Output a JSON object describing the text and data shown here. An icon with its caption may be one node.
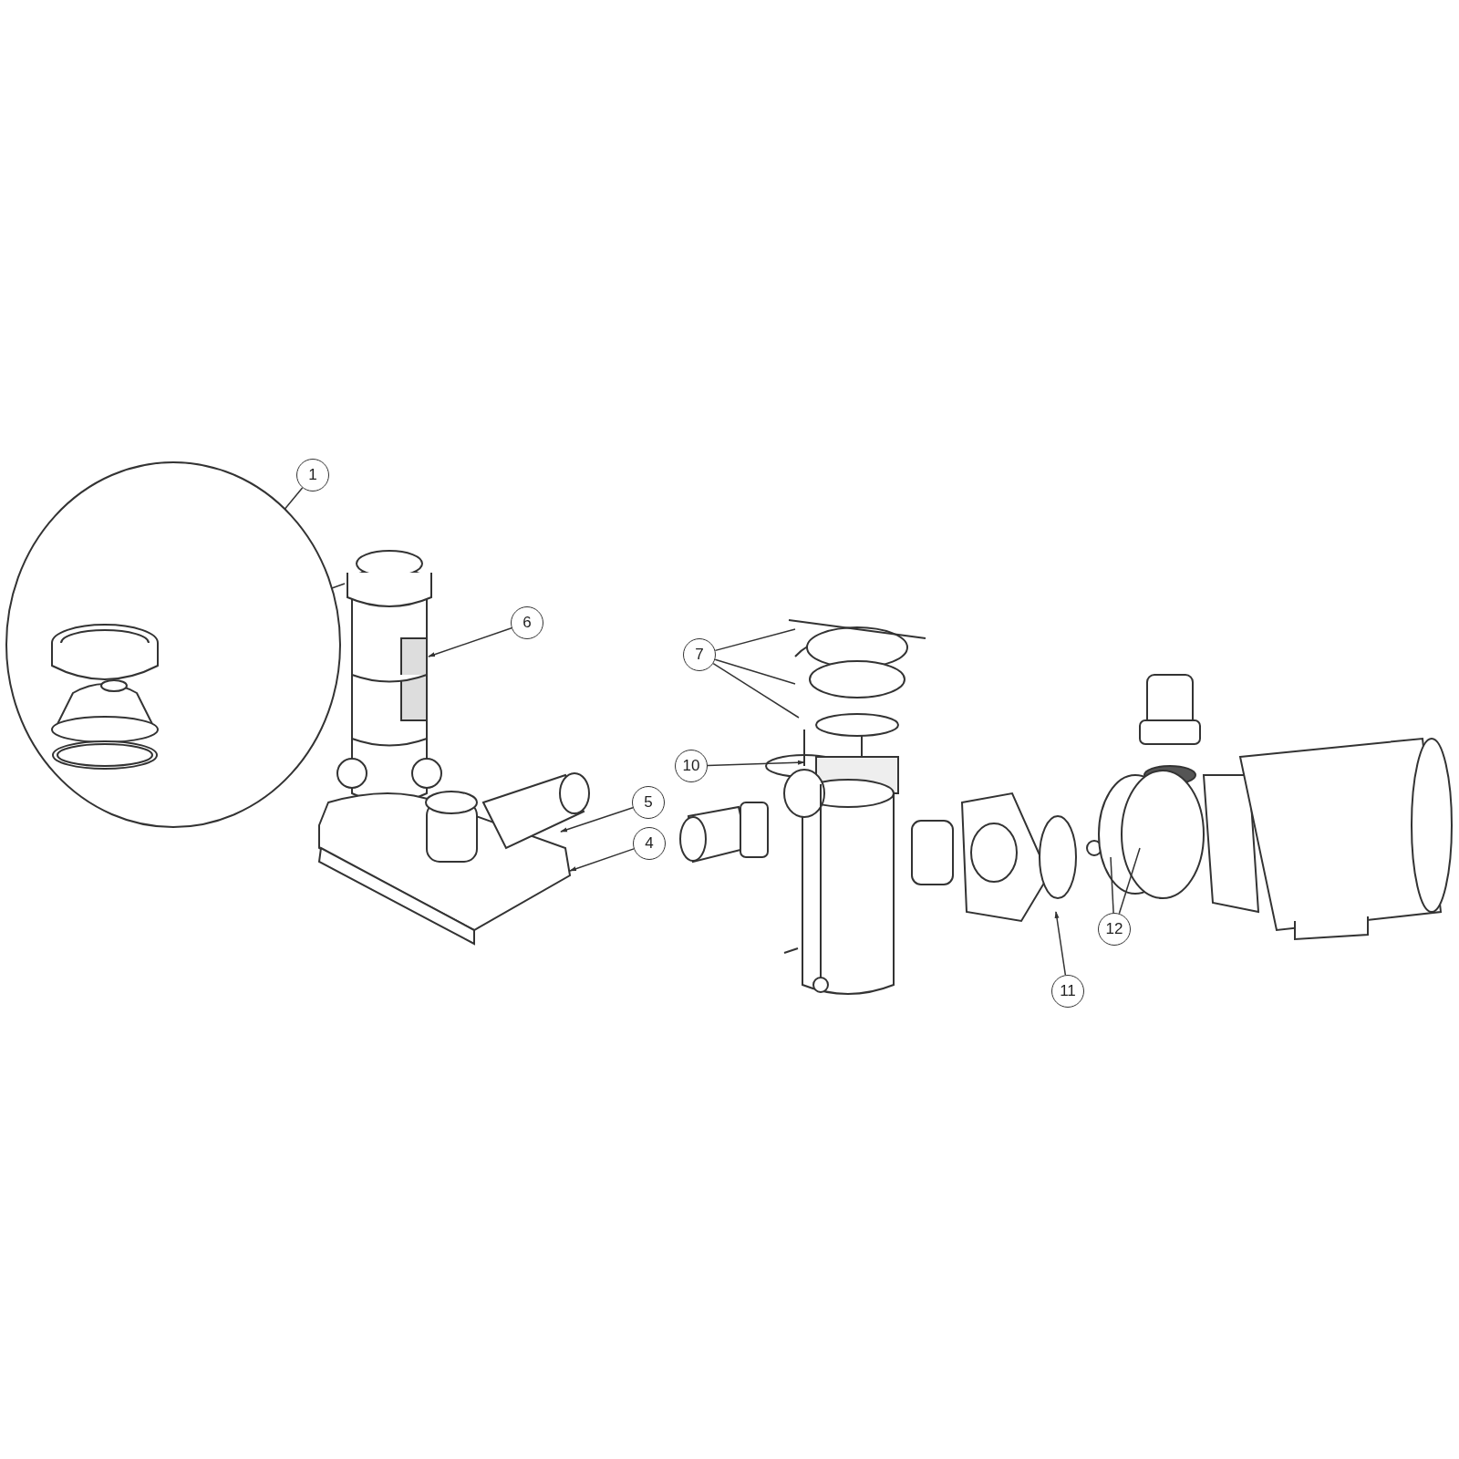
{
  "diagram": {
    "nodes": [
      {
        "text": [
          "1"
        ]
      },
      {
        "text": [],
        "shape": "circle"
      },
      {
        "text": [
          "6"
        ]
      },
      {
        "text": [
          "7"
        ]
      },
      {
        "text": [
          "10"
        ]
      },
      {
        "text": [
          "5"
        ]
      },
      {
        "text": [
          "4"
        ]
      },
      {
        "text": [
          "12"
        ]
      },
      {
        "text": [
          "11"
        ]
      }
    ],
    "edges": [
      {
        "from": 0,
        "to": 1,
        "arrow": "none"
      },
      {
        "from": 1,
        "to": null,
        "arrow": "none"
      },
      {
        "from": 2,
        "to": null,
        "arrow": "to"
      },
      {
        "from": 3,
        "to": null,
        "arrow": "none"
      },
      {
        "from": 3,
        "to": null,
        "arrow": "none"
      },
      {
        "from": 3,
        "to": null,
        "arrow": "none"
      },
      {
        "from": 4,
        "to": null,
        "arrow": "to"
      },
      {
        "from": 5,
        "to": null,
        "arrow": "to"
      },
      {
        "from": 6,
        "to": null,
        "arrow": "to"
      },
      {
        "from": 7,
        "to": null,
        "arrow": "none"
      },
      {
        "from": 7,
        "to": null,
        "arrow": "none"
      },
      {
        "from": 8,
        "to": null,
        "arrow": "to"
      }
    ]
  }
}
